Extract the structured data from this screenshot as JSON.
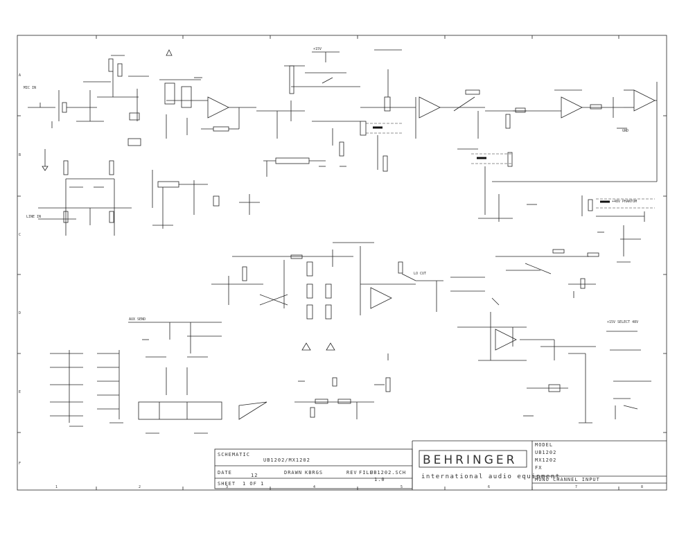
{
  "title_block": {
    "brand": "BEHRINGER",
    "brand_tagline": "international audio equipment",
    "model_lines": [
      "MODEL",
      "UB1202",
      "MX1202",
      "FX"
    ],
    "sheet_description": "MONO CHANNEL INPUT",
    "drawing_label": "SCHEMATIC",
    "drawing_number": "UB1202/MX1202",
    "fields": [
      {
        "key": "date",
        "label": "DATE",
        "value": "12"
      },
      {
        "key": "drawn",
        "label": "DRAWN",
        "value": "KBRGS"
      },
      {
        "key": "rev",
        "label": "REV",
        "value": "1.0"
      }
    ],
    "sheet_label": "SHEET",
    "sheet_value": "1 OF 1",
    "file_label": "FILE",
    "file_value": "UB1202.SCH"
  },
  "annotations": {
    "power_select": "+15V SELECT 48V",
    "phantom": "+48V PHANTOM",
    "lo_cut": "LO CUT",
    "aux_send": "AUX SEND",
    "power_rail": "+15V",
    "ground": "GND",
    "mic_in": "MIC IN",
    "line_in": "LINE IN"
  },
  "border_labels": {
    "rows": [
      "A",
      "B",
      "C",
      "D",
      "E",
      "F"
    ],
    "columns": [
      "1",
      "2",
      "3",
      "4",
      "5",
      "6",
      "7",
      "8"
    ]
  },
  "colors": {
    "ink": "#222222",
    "paper": "#ffffff"
  }
}
